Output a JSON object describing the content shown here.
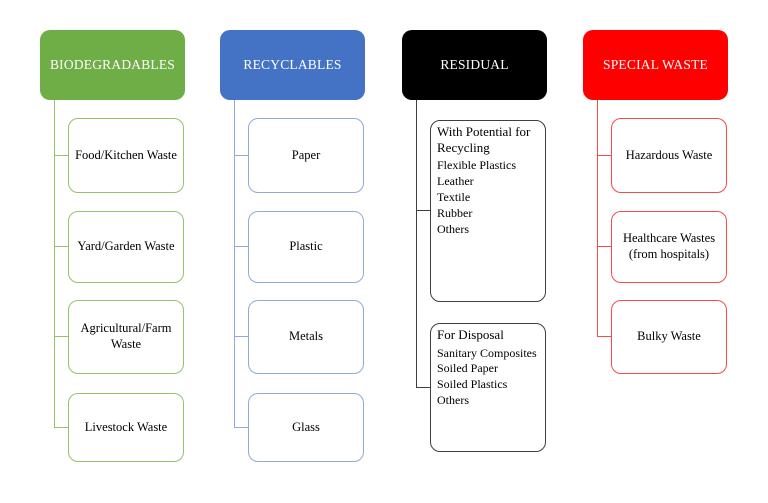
{
  "diagram": {
    "columns": [
      {
        "id": "biodegradables",
        "header": "BIODEGRADABLES",
        "colors": {
          "header_bg": "#6FAD46",
          "header_text": "#FFFFFF",
          "line": "#94C36B"
        },
        "items": [
          {
            "label": "Food/Kitchen Waste"
          },
          {
            "label": "Yard/Garden Waste"
          },
          {
            "label": "Agricultural/Farm Waste"
          },
          {
            "label": "Livestock Waste"
          }
        ]
      },
      {
        "id": "recyclables",
        "header": "RECYCLABLES",
        "colors": {
          "header_bg": "#4472C4",
          "header_text": "#FFFFFF",
          "line": "#8FAADC"
        },
        "items": [
          {
            "label": "Paper"
          },
          {
            "label": "Plastic"
          },
          {
            "label": "Metals"
          },
          {
            "label": "Glass"
          }
        ]
      },
      {
        "id": "residual",
        "header": "RESIDUAL",
        "colors": {
          "header_bg": "#000000",
          "header_text": "#FFFFFF",
          "line": "#3F3F3F"
        },
        "items": [
          {
            "title": "With Potential for Recycling",
            "lines": [
              "Flexible Plastics",
              "Leather",
              "Textile",
              "Rubber",
              "Others"
            ]
          },
          {
            "title": "For Disposal",
            "lines": [
              "Sanitary Composites",
              "Soiled Paper",
              "Soiled Plastics",
              "Others"
            ]
          }
        ]
      },
      {
        "id": "special-waste",
        "header": "SPECIAL WASTE",
        "colors": {
          "header_bg": "#FE0000",
          "header_text": "#FFFFFF",
          "line": "#F94A4A"
        },
        "items": [
          {
            "label": "Hazardous Waste"
          },
          {
            "label": "Healthcare Wastes (from hospitals)"
          },
          {
            "label": "Bulky Waste"
          }
        ]
      }
    ]
  }
}
